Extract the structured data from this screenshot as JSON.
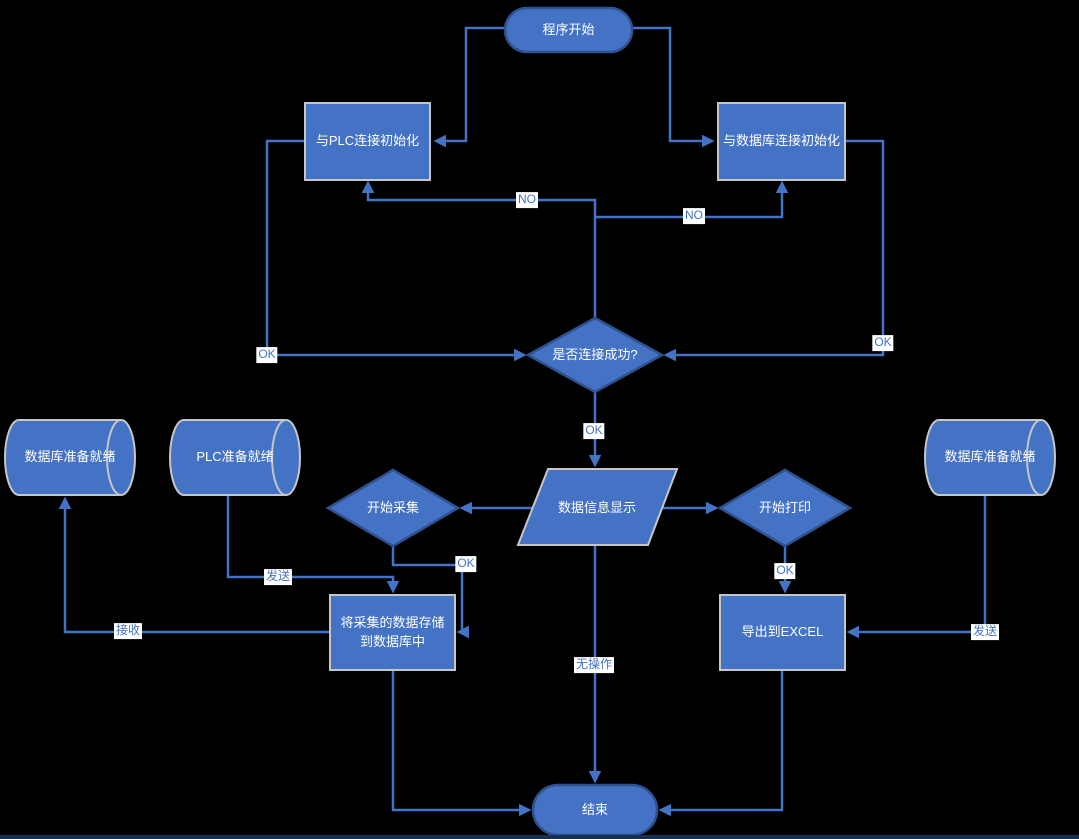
{
  "diagram": {
    "type": "flowchart",
    "language": "zh-CN"
  },
  "colors": {
    "canvas_bg": "#000000",
    "node_fill": "#4472C4",
    "node_border_blue": "#2F528F",
    "node_border_gray": "#C6C6C6",
    "connector": "#4472C4",
    "label_bg": "#FFFFFF",
    "label_text": "#4472C4",
    "node_text": "#FFFFFF",
    "bottom_bar": "#173050"
  },
  "nodes": {
    "start": {
      "label": "程序开始",
      "type": "terminator"
    },
    "plc_init": {
      "label": "与PLC连接初始化",
      "type": "process"
    },
    "db_init": {
      "label": "与数据库连接初始化",
      "type": "process"
    },
    "connect_check": {
      "label": "是否连接成功?",
      "type": "decision"
    },
    "db_ready_left": {
      "label": "数据库准备就绪",
      "type": "data-store"
    },
    "plc_ready": {
      "label": "PLC准备就绪",
      "type": "data-store"
    },
    "db_ready_right": {
      "label": "数据库准备就绪",
      "type": "data-store"
    },
    "collect": {
      "label": "开始采集",
      "type": "decision"
    },
    "display": {
      "label": "数据信息显示",
      "type": "input-output"
    },
    "print": {
      "label": "开始打印",
      "type": "decision"
    },
    "store": {
      "label": "将采集的数据存储到数据库中",
      "type": "process"
    },
    "export": {
      "label": "导出到EXCEL",
      "type": "process"
    },
    "end": {
      "label": "结束",
      "type": "terminator"
    }
  },
  "edges": [
    {
      "from": "start",
      "to": "plc_init",
      "label": ""
    },
    {
      "from": "start",
      "to": "db_init",
      "label": ""
    },
    {
      "from": "connect_check",
      "to": "plc_init",
      "label": "NO"
    },
    {
      "from": "connect_check",
      "to": "db_init",
      "label": "NO"
    },
    {
      "from": "plc_init",
      "to": "connect_check",
      "label": "OK"
    },
    {
      "from": "db_init",
      "to": "connect_check",
      "label": "OK"
    },
    {
      "from": "connect_check",
      "to": "display",
      "label": "OK"
    },
    {
      "from": "display",
      "to": "collect",
      "label": ""
    },
    {
      "from": "display",
      "to": "print",
      "label": ""
    },
    {
      "from": "display",
      "to": "end",
      "label": "无操作"
    },
    {
      "from": "collect",
      "to": "store",
      "label": "OK"
    },
    {
      "from": "plc_ready",
      "to": "store",
      "label": "发送"
    },
    {
      "from": "store",
      "to": "db_ready_left",
      "label": "接收"
    },
    {
      "from": "print",
      "to": "export",
      "label": "OK"
    },
    {
      "from": "db_ready_right",
      "to": "export",
      "label": "发送"
    },
    {
      "from": "store",
      "to": "end",
      "label": ""
    },
    {
      "from": "export",
      "to": "end",
      "label": ""
    }
  ]
}
